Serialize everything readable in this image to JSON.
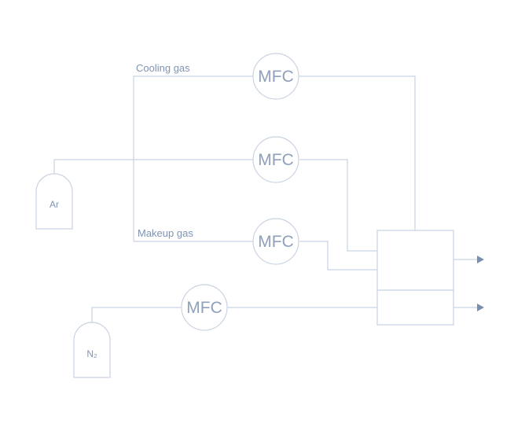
{
  "diagram": {
    "labels": {
      "cooling_gas": "Cooling gas",
      "makeup_gas": "Makeup gas"
    },
    "tanks": [
      {
        "id": "ar",
        "label": "Ar"
      },
      {
        "id": "n2",
        "label": "N₂"
      }
    ],
    "mfcs": [
      {
        "id": "mfc-cooling",
        "label": "MFC"
      },
      {
        "id": "mfc-ar",
        "label": "MFC"
      },
      {
        "id": "mfc-makeup",
        "label": "MFC"
      },
      {
        "id": "mfc-n2",
        "label": "MFC"
      }
    ],
    "colors": {
      "line": "#c9d3e2",
      "text": "#8094b2",
      "arrow": "#7a8fae"
    }
  }
}
